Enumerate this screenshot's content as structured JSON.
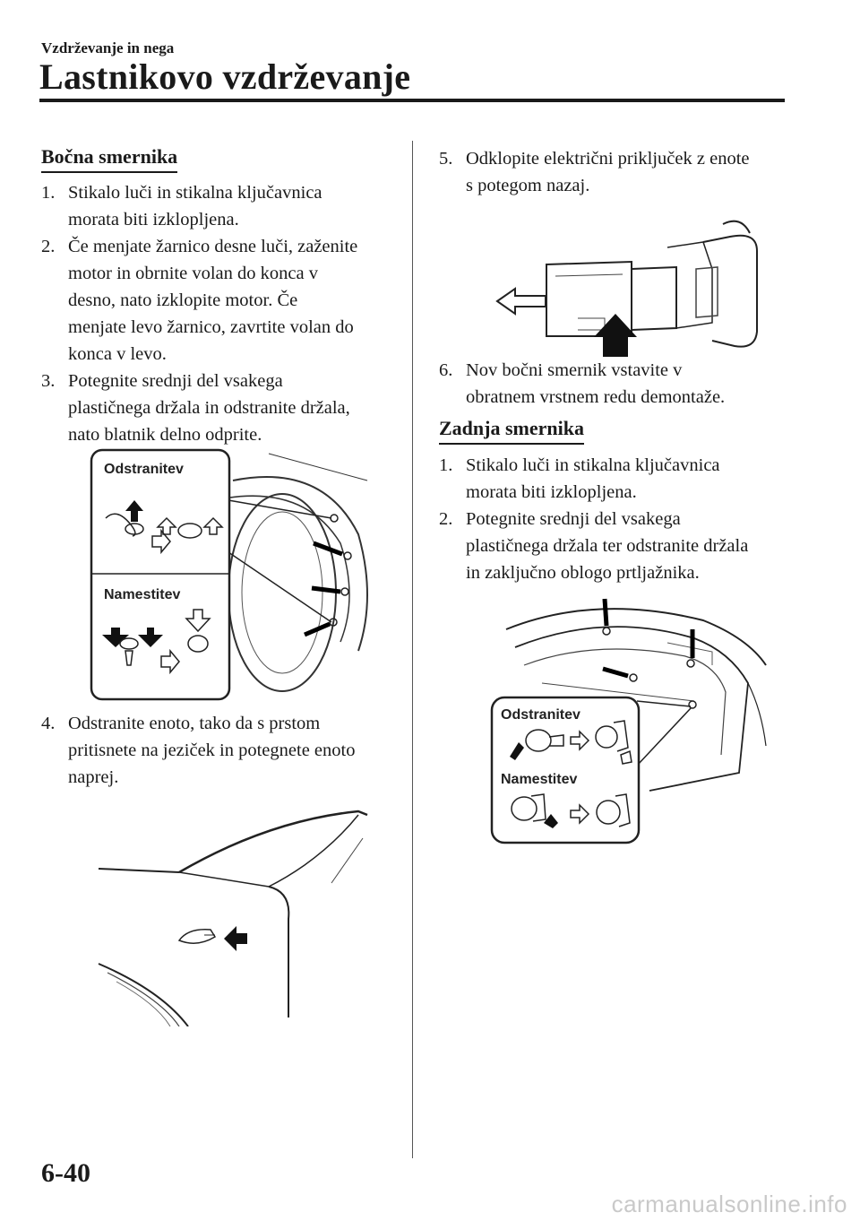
{
  "header": {
    "section": "Vzdrževanje in nega",
    "title": "Lastnikovo vzdrževanje"
  },
  "left": {
    "heading": "Bočna smernika",
    "steps": [
      {
        "num": "1.",
        "lines": [
          "Stikalo luči in stikalna ključavnica",
          "morata biti izklopljena."
        ]
      },
      {
        "num": "2.",
        "lines": [
          "Če menjate žarnico desne luči, zaženite",
          "motor in obrnite volan do konca v",
          "desno, nato izklopite motor. Če",
          "menjate levo žarnico, zavrtite volan do",
          "konca v levo."
        ]
      },
      {
        "num": "3.",
        "lines": [
          "Potegnite srednji del vsakega",
          "plastičnega držala in odstranite držala,",
          "nato blatnik delno odprite."
        ]
      }
    ],
    "figure1": {
      "removal_label": "Odstranitev",
      "install_label": "Namestitev"
    },
    "step4": {
      "num": "4.",
      "lines": [
        "Odstranite enoto, tako da s prstom",
        "pritisnete na jeziček in potegnete enoto",
        "naprej."
      ]
    }
  },
  "right": {
    "step5": {
      "num": "5.",
      "lines": [
        "Odklopite električni priključek z enote",
        "s potegom nazaj."
      ]
    },
    "step6": {
      "num": "6.",
      "lines": [
        "Nov bočni smernik vstavite v",
        "obratnem vrstnem redu demontaže."
      ]
    },
    "heading": "Zadnja smernika",
    "steps": [
      {
        "num": "1.",
        "lines": [
          "Stikalo luči in stikalna ključavnica",
          "morata biti izklopljena."
        ]
      },
      {
        "num": "2.",
        "lines": [
          "Potegnite srednji del vsakega",
          "plastičnega držala ter odstranite držala",
          "in zaključno oblogo prtljažnika."
        ]
      }
    ],
    "figure2": {
      "removal_label": "Odstranitev",
      "install_label": "Namestitev"
    }
  },
  "footer": {
    "page_number": "6-40",
    "watermark": "carmanualsonline.info"
  }
}
